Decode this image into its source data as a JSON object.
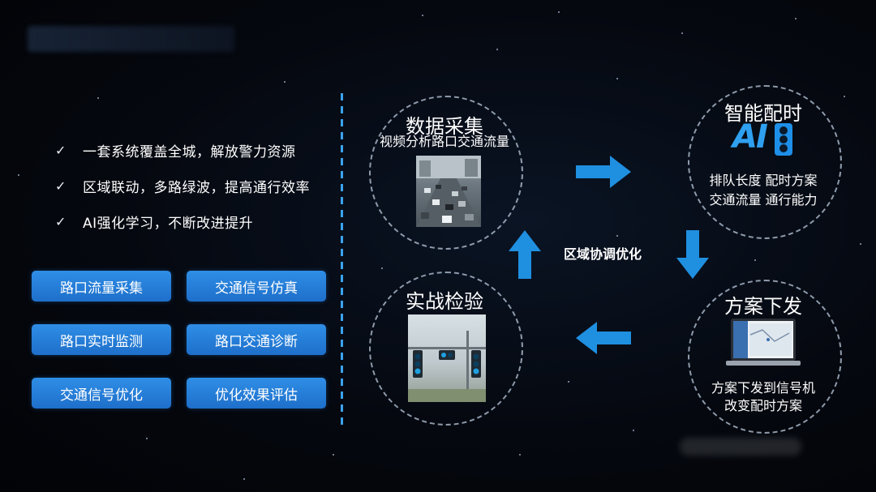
{
  "bullets": [
    {
      "text": "一套系统覆盖全城，解放警力资源"
    },
    {
      "text": "区域联动，多路绿波，提高通行效率"
    },
    {
      "text": "AI强化学习，不断改进提升"
    }
  ],
  "check_glyph": "✓",
  "buttons": [
    {
      "label": "路口流量采集"
    },
    {
      "label": "交通信号仿真"
    },
    {
      "label": "路口实时监测"
    },
    {
      "label": "路口交通诊断"
    },
    {
      "label": "交通信号优化"
    },
    {
      "label": "优化效果评估"
    }
  ],
  "cycle": {
    "center_label": "区域协调优化",
    "data_collection": {
      "title": "数据采集",
      "subtitle": "视频分析路口交通流量"
    },
    "smart_timing": {
      "title": "智能配时",
      "logo_text": "AI",
      "lines": [
        "排队长度 配时方案",
        "交通流量 通行能力"
      ]
    },
    "plan_dispatch": {
      "title": "方案下发",
      "lines": [
        "方案下发到信号机",
        "改变配时方案"
      ]
    },
    "field_test": {
      "title": "实战检验"
    }
  },
  "colors": {
    "accent": "#2f8ee6",
    "arrow": "#1f8fe0",
    "divider": "#3aa3f0"
  }
}
